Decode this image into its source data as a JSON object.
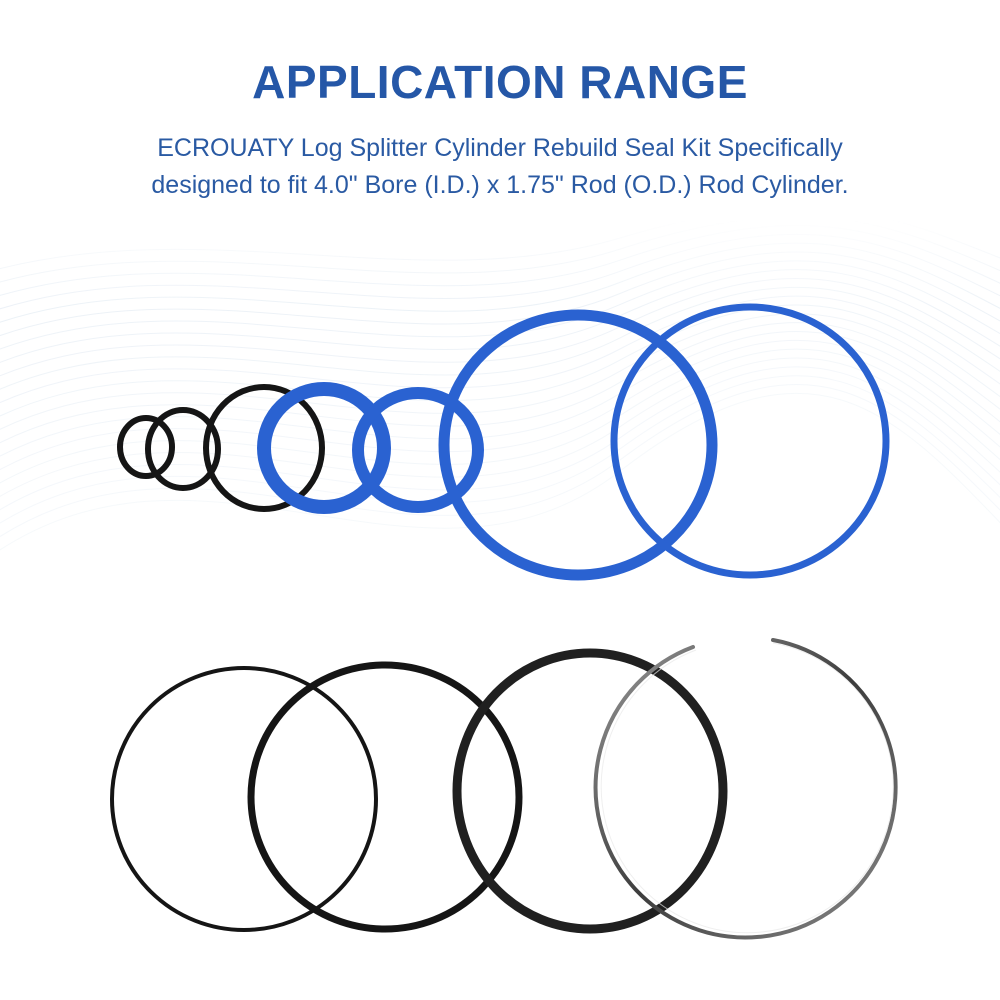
{
  "colors": {
    "title": "#2557a7",
    "text": "#2a5aa3",
    "blue_seal": "#2a62d1",
    "blue_seal_shadow": "#1c49a8",
    "black_ring": "#151515",
    "steel_ring": "#6a6a6a",
    "background_wave": "#d9e4ef"
  },
  "header": {
    "title": "APPLICATION RANGE",
    "line1": "ECROUATY Log Splitter Cylinder Rebuild Seal Kit Specifically",
    "line2": "designed to fit 4.0\" Bore (I.D.) x 1.75\" Rod (O.D.) Rod Cylinder."
  },
  "rings": [
    {
      "name": "small-o-ring-1-icon",
      "material": "black-rubber"
    },
    {
      "name": "small-o-ring-2-icon",
      "material": "black-rubber"
    },
    {
      "name": "medium-o-ring-icon",
      "material": "black-rubber"
    },
    {
      "name": "blue-rod-seal-icon",
      "material": "blue-polyurethane"
    },
    {
      "name": "blue-wiper-seal-icon",
      "material": "blue-polyurethane"
    },
    {
      "name": "large-blue-piston-seal-icon",
      "material": "blue-polyurethane"
    },
    {
      "name": "large-blue-wear-ring-icon",
      "material": "blue-polyurethane"
    },
    {
      "name": "large-o-ring-1-icon",
      "material": "black-rubber"
    },
    {
      "name": "large-o-ring-2-icon",
      "material": "black-rubber"
    },
    {
      "name": "large-o-ring-3-icon",
      "material": "black-rubber"
    },
    {
      "name": "snap-ring-icon",
      "material": "steel"
    }
  ]
}
